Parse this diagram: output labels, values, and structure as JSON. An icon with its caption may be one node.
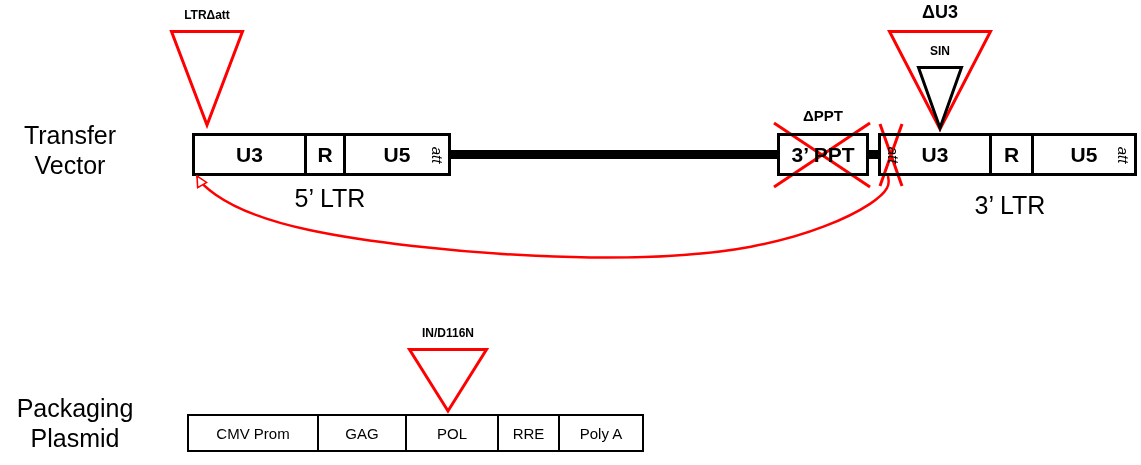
{
  "diagram": {
    "nodes": [
      {
        "text": [
          "U3"
        ]
      },
      {
        "text": [
          "R"
        ]
      },
      {
        "text": [
          "U5",
          "att"
        ]
      },
      {
        "text": [
          "3’ PPT"
        ],
        "beside": [
          "ΔPPT"
        ]
      },
      {
        "text": [
          "att",
          "U3"
        ]
      },
      {
        "text": [
          "R"
        ]
      },
      {
        "text": [
          "U5",
          "att"
        ]
      },
      {
        "text": [
          "LTRΔatt"
        ]
      },
      {
        "text": [
          "ΔU3"
        ]
      },
      {
        "text": [
          "SIN"
        ],
        "in": 8
      },
      {
        "text": [
          "CMV Prom"
        ]
      },
      {
        "text": [
          "GAG"
        ]
      },
      {
        "text": [
          "POL"
        ]
      },
      {
        "text": [
          "RRE"
        ]
      },
      {
        "text": [
          "Poly A"
        ]
      },
      {
        "text": [
          "IN/D116N"
        ]
      }
    ],
    "edges": [
      {
        "from": 2,
        "to": 3,
        "arrow": "none"
      },
      {
        "from": 3,
        "to": 4,
        "arrow": "none"
      },
      {
        "from": 4,
        "to": 0,
        "arrow": "to",
        "color": "#ff0000"
      }
    ],
    "labels": [
      "Transfer Vector",
      "5’ LTR",
      "3’ LTR",
      "Packaging Plasmid"
    ]
  }
}
